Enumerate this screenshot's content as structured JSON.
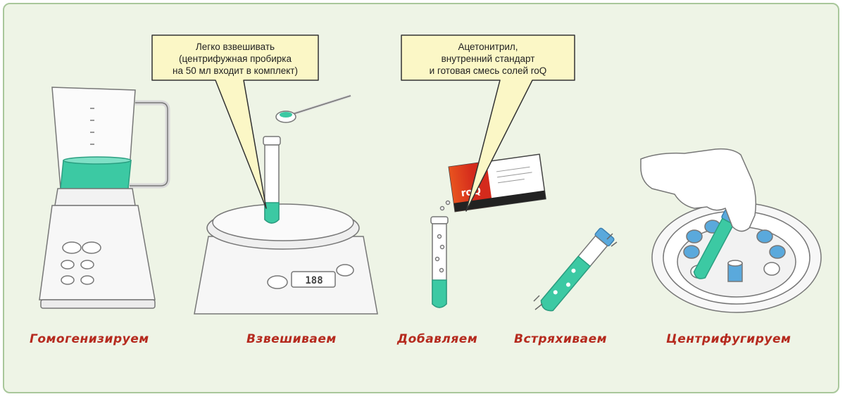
{
  "steps": [
    {
      "id": "homogenize",
      "label": "Гомогенизируем"
    },
    {
      "id": "weigh",
      "label": "Взвешиваем"
    },
    {
      "id": "add",
      "label": "Добавляем"
    },
    {
      "id": "shake",
      "label": "Встряхиваем"
    },
    {
      "id": "centrifuge",
      "label": "Центрифугируем"
    }
  ],
  "callouts": {
    "weigh": {
      "lines": [
        "Легко взвешивать",
        "(центрифужная пробирка",
        "на 50 мл входит в комплект)"
      ]
    },
    "add": {
      "lines": [
        "Ацетонитрил,",
        "внутренний стандарт",
        "и готовая смесь солей roQ"
      ]
    }
  },
  "scale_display": "188",
  "packet_brand": "roQ",
  "colors": {
    "liquid": "#3cc9a3",
    "cap_blue": "#5aa9dc",
    "label_red": "#b52a1e",
    "callout_fill": "#fbf7c6",
    "packet_orange": "#e8531f"
  }
}
